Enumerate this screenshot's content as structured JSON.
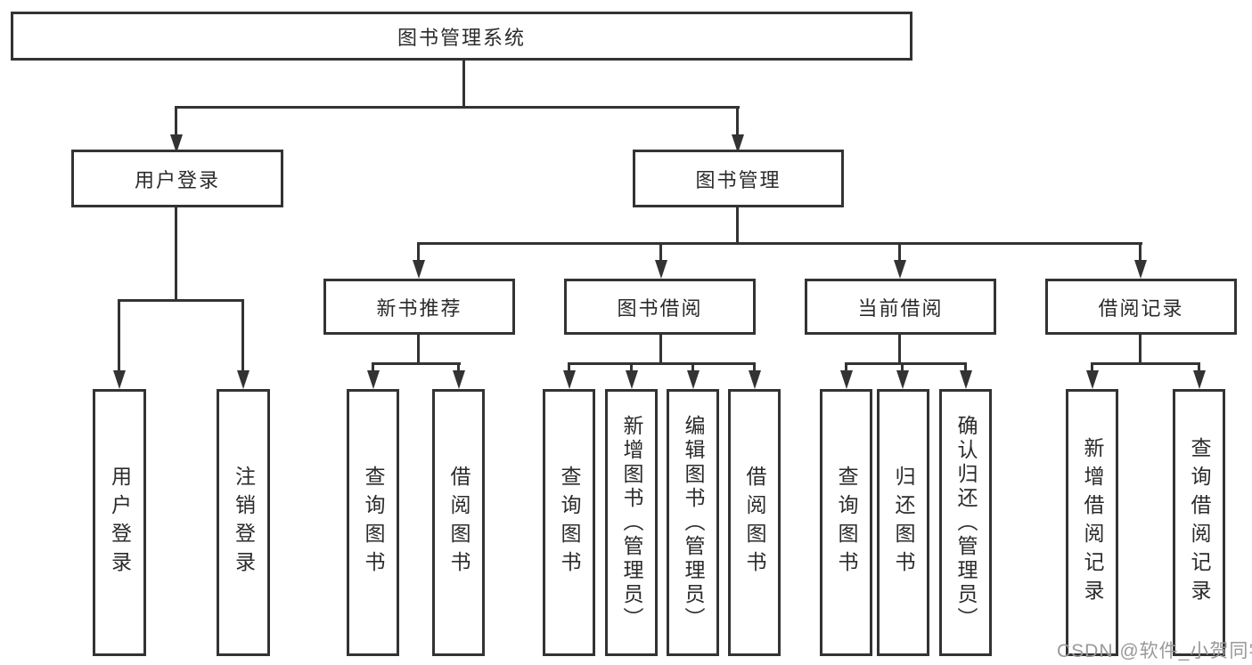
{
  "tree": {
    "label": "图书管理系统",
    "children": [
      {
        "label": "用户登录",
        "children": [
          {
            "label": "用户登录"
          },
          {
            "label": "注销登录"
          }
        ]
      },
      {
        "label": "图书管理",
        "children": [
          {
            "label": "新书推荐",
            "children": [
              {
                "label": "查询图书"
              },
              {
                "label": "借阅图书"
              }
            ]
          },
          {
            "label": "图书借阅",
            "children": [
              {
                "label": "查询图书"
              },
              {
                "label": "新增图书（管理员）"
              },
              {
                "label": "编辑图书（管理员）"
              },
              {
                "label": "借阅图书"
              }
            ]
          },
          {
            "label": "当前借阅",
            "children": [
              {
                "label": "查询图书"
              },
              {
                "label": "归还图书"
              },
              {
                "label": "确认归还（管理员）"
              }
            ]
          },
          {
            "label": "借阅记录",
            "children": [
              {
                "label": "新增借阅记录"
              },
              {
                "label": "查询借阅记录"
              }
            ]
          }
        ]
      }
    ]
  },
  "watermark": {
    "text": "CSDN @软件_小贺同学"
  },
  "colors": {
    "line": "#333333",
    "text": "#2b2b2b",
    "background": "#ffffff",
    "watermark": "#999999"
  }
}
